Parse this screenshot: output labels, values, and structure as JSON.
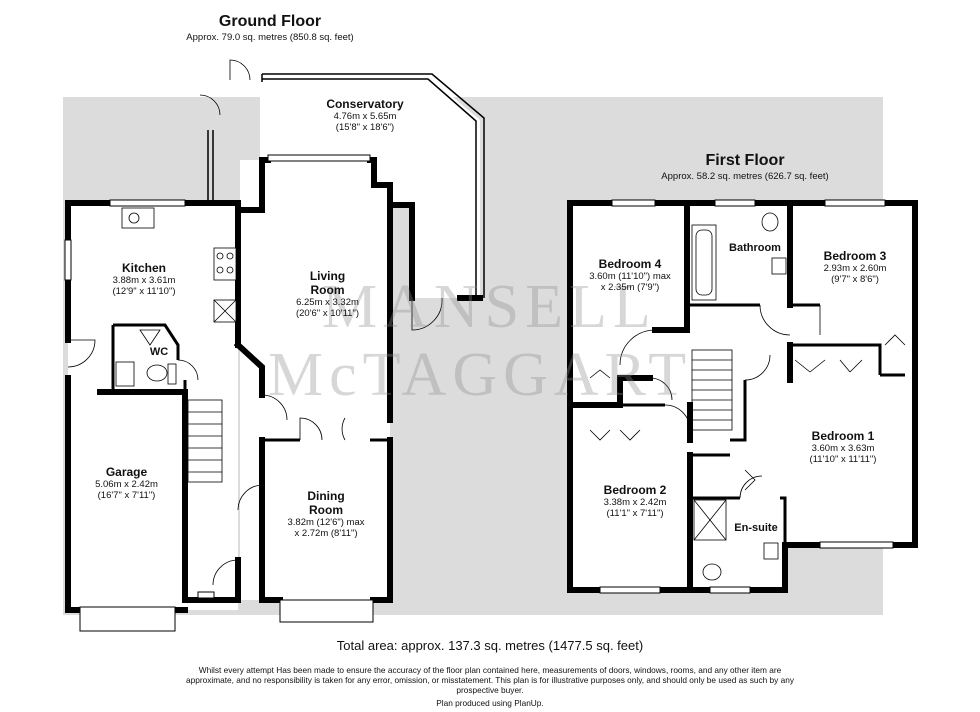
{
  "ground_floor": {
    "title": "Ground Floor",
    "area": "Approx. 79.0 sq. metres (850.8 sq. feet)",
    "rooms": {
      "conservatory": {
        "name": "Conservatory",
        "dim1": "4.76m x 5.65m",
        "dim2": "(15'8\" x 18'6\")"
      },
      "kitchen": {
        "name": "Kitchen",
        "dim1": "3.88m x 3.61m",
        "dim2": "(12'9\" x 11'10\")"
      },
      "living": {
        "name1": "Living",
        "name2": "Room",
        "dim1": "6.25m x 3.32m",
        "dim2": "(20'6\" x 10'11\")"
      },
      "wc": {
        "name": "WC"
      },
      "garage": {
        "name": "Garage",
        "dim1": "5.06m x 2.42m",
        "dim2": "(16'7\" x 7'11\")"
      },
      "dining": {
        "name1": "Dining",
        "name2": "Room",
        "dim1": "3.82m (12'6\") max",
        "dim2": "x 2.72m (8'11\")"
      }
    }
  },
  "first_floor": {
    "title": "First Floor",
    "area": "Approx. 58.2 sq. metres (626.7 sq. feet)",
    "rooms": {
      "bedroom4": {
        "name": "Bedroom 4",
        "dim1": "3.60m (11'10\") max",
        "dim2": "x 2.35m (7'9\")"
      },
      "bathroom": {
        "name": "Bathroom"
      },
      "bedroom3": {
        "name": "Bedroom 3",
        "dim1": "2.93m x 2.60m",
        "dim2": "(9'7\" x 8'6\")"
      },
      "bedroom1": {
        "name": "Bedroom 1",
        "dim1": "3.60m x 3.63m",
        "dim2": "(11'10\" x 11'11\")"
      },
      "bedroom2": {
        "name": "Bedroom 2",
        "dim1": "3.38m x 2.42m",
        "dim2": "(11'1\" x 7'11\")"
      },
      "ensuite": {
        "name": "En-suite"
      }
    }
  },
  "watermark": {
    "line1": "MANSELL",
    "line2": "McTAGGART"
  },
  "total_area": "Total area: approx. 137.3 sq. metres (1477.5 sq. feet)",
  "disclaimer": "Whilst every attempt Has been made to ensure the accuracy of the floor plan contained here, measurements of doors, windows, rooms, and any other item are approximate, and no responsibility is taken for any error, omission, or misstatement. This plan is for illustrative purposes only, and should only be used as such by any prospective buyer.",
  "credit": "Plan produced using PlanUp.",
  "colors": {
    "background": "#dcdcdc",
    "walls": "#000000",
    "room_fill": "#ffffff"
  }
}
